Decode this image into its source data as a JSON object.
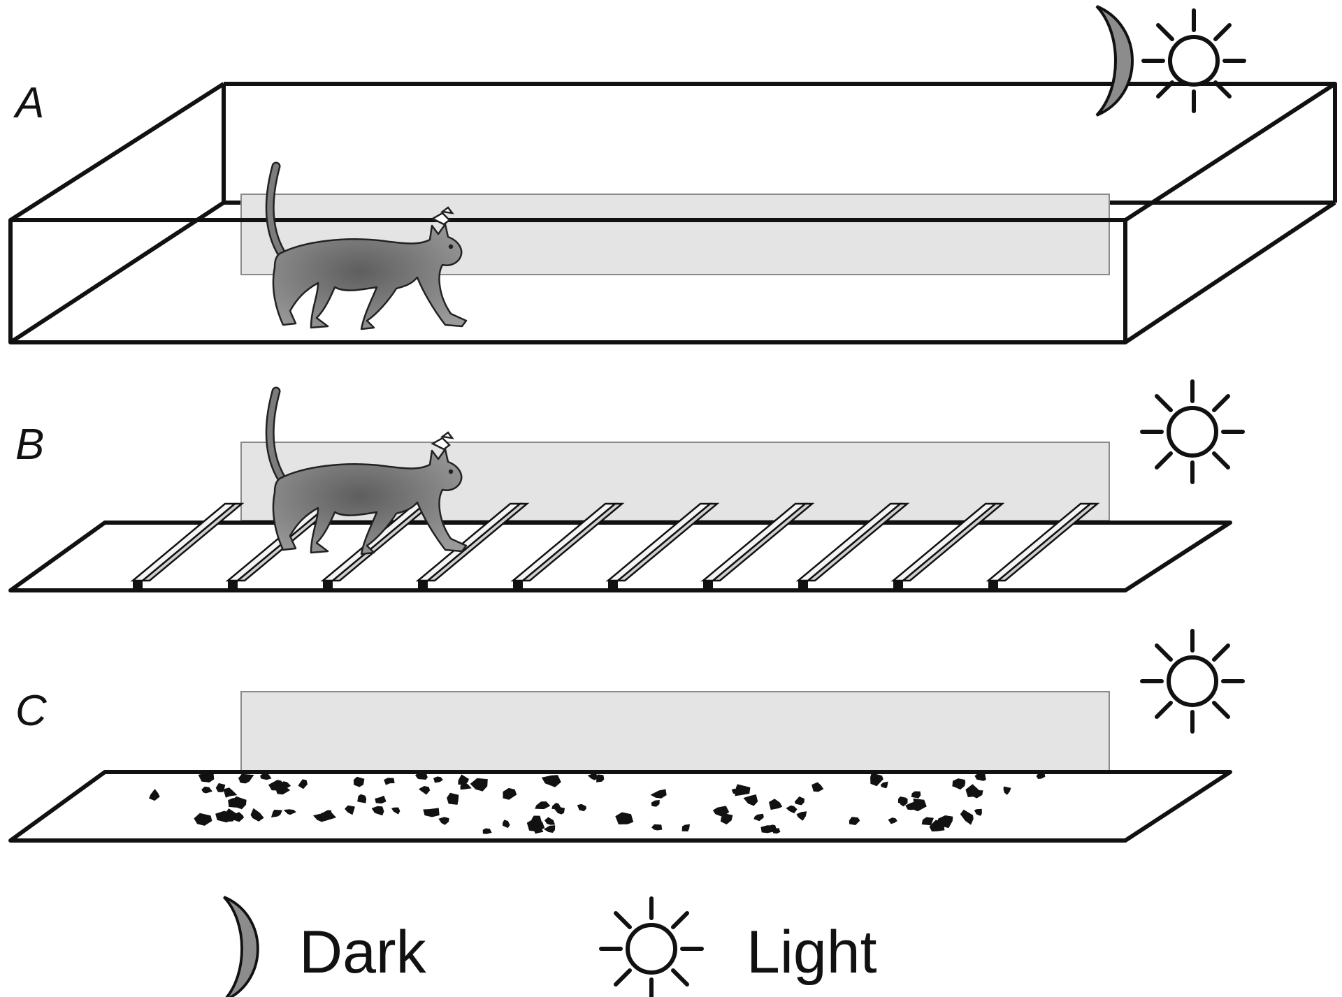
{
  "panels": [
    {
      "label": "A",
      "environment": "enclosed corridor",
      "conditions": [
        "dark",
        "light"
      ]
    },
    {
      "label": "B",
      "environment": "ladder walkway",
      "conditions": [
        "light"
      ]
    },
    {
      "label": "C",
      "environment": "textured walkway",
      "conditions": [
        "light"
      ]
    }
  ],
  "legend": {
    "dark": {
      "label": "Dark",
      "icon": "moon-icon"
    },
    "light": {
      "label": "Light",
      "icon": "sun-icon"
    }
  },
  "colors": {
    "outline": "#111111",
    "panel_fill": "#e4e4e4",
    "cat_fill": "#7c7c7c",
    "moon_fill": "#8c8c8c"
  }
}
